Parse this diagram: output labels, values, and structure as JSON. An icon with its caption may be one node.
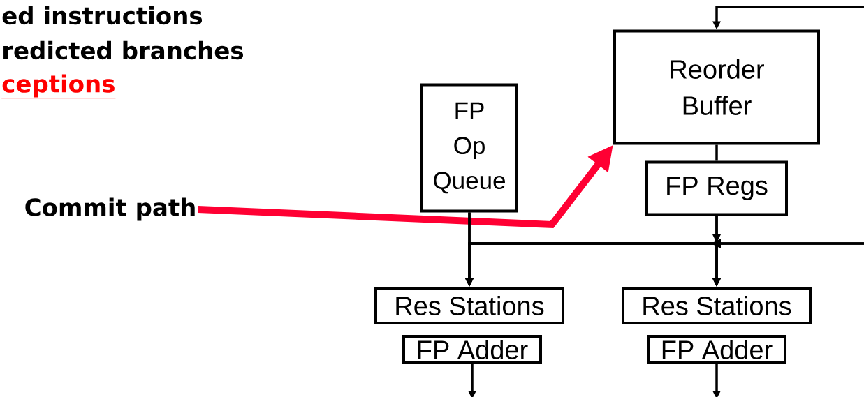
{
  "diagram": {
    "nodes": [
      {
        "text": [
          "Commit path"
        ]
      },
      {
        "text": [
          "FP Op Queue"
        ]
      },
      {
        "text": [
          "Reorder Buffer"
        ]
      },
      {
        "text": [
          "FP Regs"
        ]
      },
      {
        "text": [
          "Res Stations"
        ]
      },
      {
        "text": [
          "FP Adder"
        ]
      },
      {
        "text": [
          "Res Stations"
        ]
      },
      {
        "text": [
          "FP Adder"
        ]
      }
    ],
    "edges": [
      {
        "from": 0,
        "to": 2,
        "arrow": "to",
        "style": "thick",
        "color": "#ff0033"
      },
      {
        "from": null,
        "to": 2,
        "arrow": "to"
      },
      {
        "from": 2,
        "to": 3,
        "arrow": "none"
      },
      {
        "from": 1,
        "to": 4,
        "arrow": "to"
      },
      {
        "from": 1,
        "to": 6,
        "arrow": "to"
      },
      {
        "from": 3,
        "to": 6,
        "arrow": "to"
      },
      {
        "from": 3,
        "to": 4,
        "arrow": "to"
      },
      {
        "from": null,
        "to": 4,
        "arrow": "to"
      },
      {
        "from": null,
        "to": 6,
        "arrow": "to"
      },
      {
        "from": 5,
        "to": null,
        "arrow": "to"
      },
      {
        "from": 7,
        "to": null,
        "arrow": "to"
      }
    ],
    "labels": [
      "ed instructions",
      "redicted branches",
      "ceptions"
    ]
  }
}
